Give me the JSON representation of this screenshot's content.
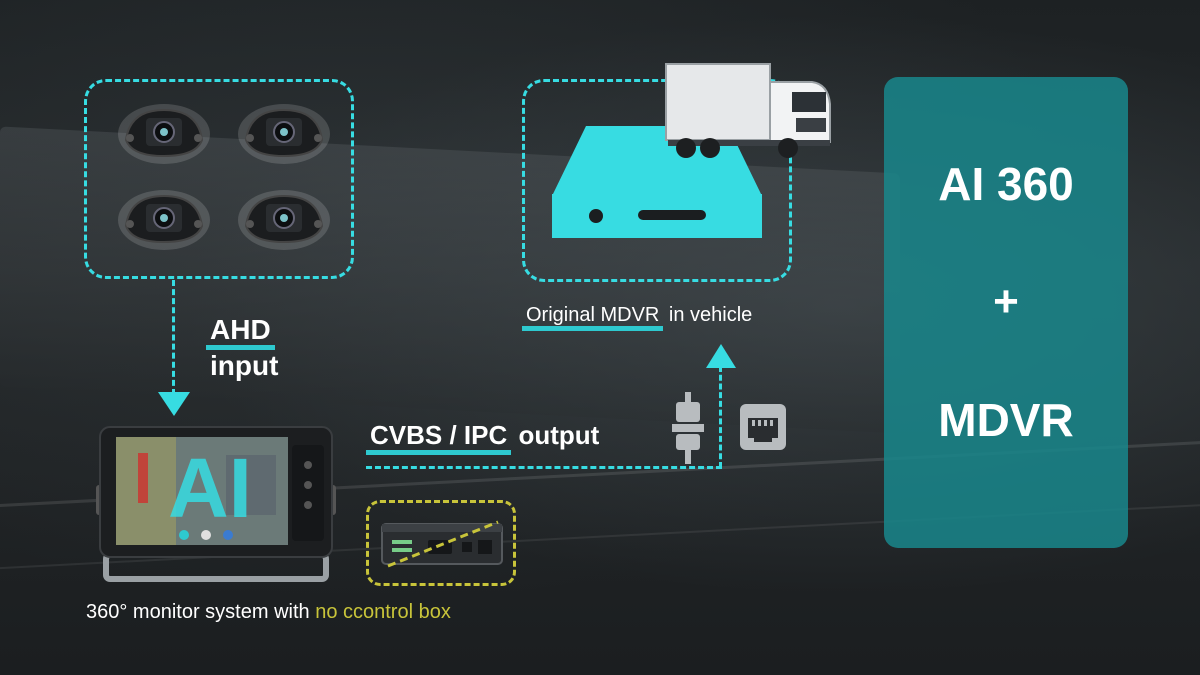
{
  "labels": {
    "ahd_line1": "AHD",
    "ahd_line2": "input",
    "cvbs_highlight": "CVBS / IPC",
    "cvbs_rest": "output",
    "mdvr_highlight": "Original MDVR",
    "mdvr_rest": "in vehicle",
    "monitor_caption_main": "360° monitor system with",
    "monitor_caption_accent": "no ccontrol box",
    "monitor_screen_text": "AI"
  },
  "panel": {
    "line1": "AI 360",
    "line2": "+",
    "line3": "MDVR"
  },
  "colors": {
    "accent_cyan": "#37dce2",
    "panel_teal": "#19878c",
    "accent_yellow": "#c8c43a"
  },
  "icons": [
    "camera-icon",
    "monitor-icon",
    "control-box-icon",
    "mdvr-device-icon",
    "truck-icon",
    "plug-icon",
    "ethernet-port-icon",
    "arrow-down-icon",
    "arrow-up-icon"
  ]
}
